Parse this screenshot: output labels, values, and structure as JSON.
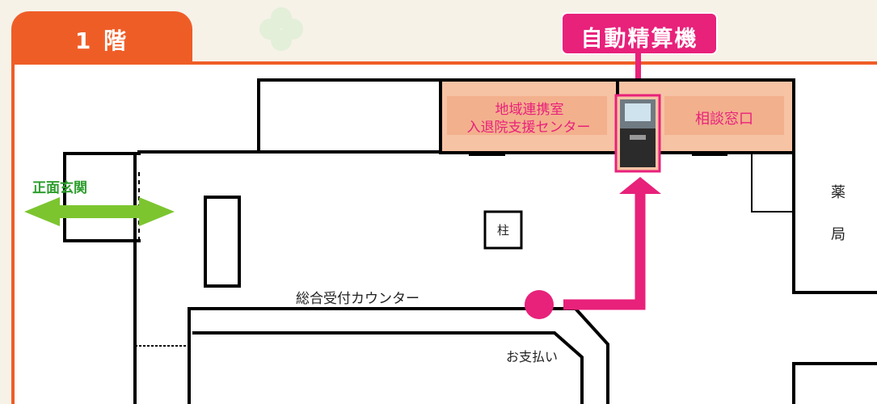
{
  "floor": {
    "label": "1 階",
    "color": "#ef5d27"
  },
  "callout": {
    "label": "自動精算機",
    "color": "#e8217b"
  },
  "rooms": {
    "community_office": "地域連携室",
    "admission_center": "入退院支援センター",
    "consultation": "相談窓口",
    "pharmacy_line1": "薬",
    "pharmacy_line2": "局",
    "pillar": "柱"
  },
  "labels": {
    "main_entrance": "正面玄関",
    "reception": "総合受付カウンター",
    "payment": "お支払い"
  },
  "colors": {
    "room_fill": "#f6c3a4",
    "room_text": "#e8217b",
    "route": "#e8217b",
    "entrance_arrow": "#7cc52f",
    "entrance_text": "#2e9e2e"
  },
  "icons": [
    "clover-icon",
    "payment-machine-icon",
    "double-arrow-icon",
    "route-arrow-icon"
  ]
}
